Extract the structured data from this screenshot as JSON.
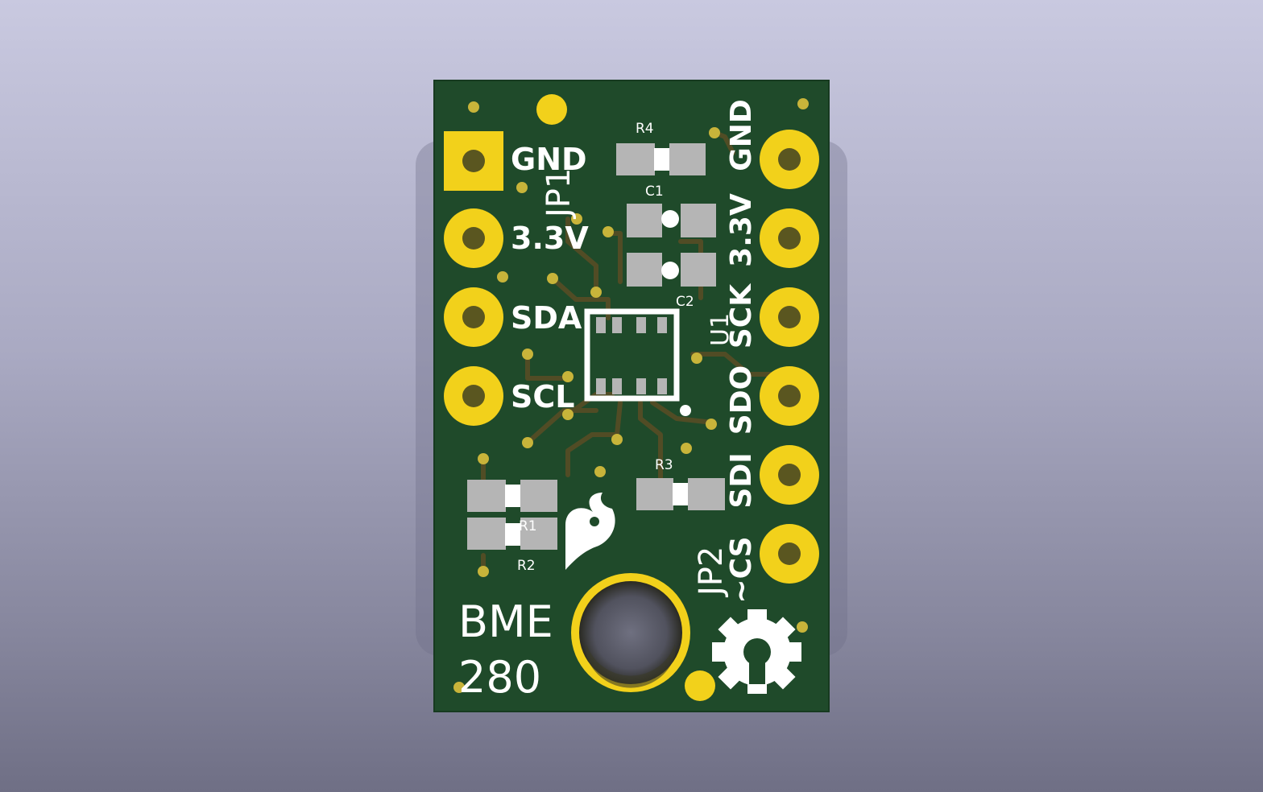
{
  "board": {
    "title_line1": "BME",
    "title_line2": "280",
    "colors": {
      "background_top": "#c9c9e0",
      "background_bottom": "#6f6f85",
      "soldermask": "#1f4a2a",
      "copper_pad": "#f2d11b",
      "silkscreen": "#ffffff",
      "smd_pad": "#b5b5b5",
      "trace": "#5a4d25"
    },
    "left_header": {
      "ref": "JP1",
      "pins": [
        "GND",
        "3.3V",
        "SDA",
        "SCL"
      ]
    },
    "right_header": {
      "ref": "JP2",
      "pins": [
        "GND",
        "3.3V",
        "SCK",
        "SDO",
        "SDI",
        "~CS"
      ]
    },
    "components": {
      "r1": "R1",
      "r2": "R2",
      "r3": "R3",
      "r4": "R4",
      "c1": "C1",
      "c2": "C2",
      "u1": "U1"
    },
    "logos": {
      "left": "sparkfun-flame-icon",
      "right": "open-hardware-gear-icon"
    }
  }
}
